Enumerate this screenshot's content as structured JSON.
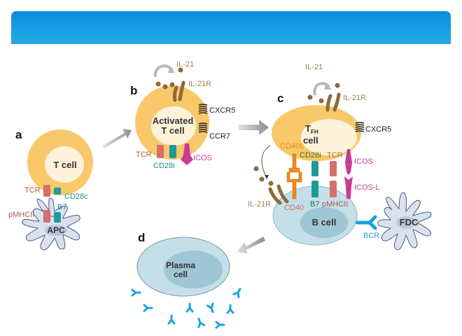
{
  "slide": {
    "title": ""
  },
  "colors": {
    "title_bar": "#1399e1",
    "t_cell_body": "#f8c86a",
    "t_cell_nucleus": "#fdf3da",
    "apc_fdc": "#d9e1ee",
    "b_cell": "#c4dfe8",
    "b_cell_nucleus": "#9fc6d4",
    "tcr_pmhc": "#d46f6b",
    "cd28_b7": "#1e9a9a",
    "icos": "#c83c93",
    "cd40": "#f08a1c",
    "il21": "#8c6a3a",
    "bcr_antibody": "#16a3e1",
    "arrow": "#9a9a9a"
  },
  "panels": {
    "a": {
      "letter": "a",
      "cell": "T cell",
      "apc": "APC",
      "tcr": "TCR",
      "cd28": "CD28c",
      "pmhc": "pMHCII",
      "b7": "B7"
    },
    "b": {
      "letter": "b",
      "cell_line1": "Activated",
      "cell_line2": "T cell",
      "il21": "IL-21",
      "il21r": "IL-21R",
      "cxcr5": "CXCR5",
      "ccr7": "CCR7",
      "tcr": "TCR",
      "cd28": "CD28i",
      "icos": "ICOS"
    },
    "c": {
      "letter": "c",
      "cell_main": "T",
      "cell_sub": "FH",
      "cell_line2": "cell",
      "il21": "IL-21",
      "il21r_top": "IL-21R",
      "il21r_bottom": "IL-21R",
      "cxcr5": "CXCR5",
      "cd40l": "CD40L",
      "cd28": "CD28i",
      "tcr": "TCR",
      "icos": "ICOS",
      "icosl": "ICOS-L",
      "cd40": "CD40",
      "b7": "B7",
      "pmhc": "pMHCII",
      "bcell": "B cell",
      "fdc": "FDC",
      "bcr": "BCR"
    },
    "d": {
      "letter": "d",
      "cell_line1": "Plasma",
      "cell_line2": "cell"
    }
  }
}
